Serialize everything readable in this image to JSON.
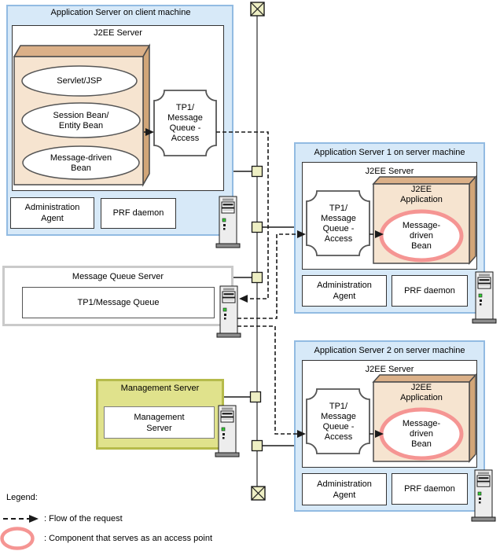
{
  "client_server": {
    "title": "Application Server on client machine",
    "j2ee_server_title": "J2EE Server",
    "servlet_oval": "Servlet/JSP",
    "session_oval": "Session Bean/\nEntity Bean",
    "mdb_oval": "Message-driven\nBean",
    "tp1_access": "TP1/\nMessage\nQueue -\nAccess",
    "admin_agent": "Administration\nAgent",
    "prf_daemon": "PRF daemon"
  },
  "message_queue_server": {
    "title": "Message Queue Server",
    "tp1_label": "TP1/Message Queue"
  },
  "management_server": {
    "title": "Management Server",
    "inner_label": "Management\nServer"
  },
  "app_server1": {
    "title": "Application Server 1 on server machine",
    "j2ee_server_title": "J2EE Server",
    "tp1_access": "TP1/\nMessage\nQueue -\nAccess",
    "j2ee_application": "J2EE\nApplication",
    "mdb": "Message-\ndriven\nBean",
    "admin_agent": "Administration\nAgent",
    "prf_daemon": "PRF daemon"
  },
  "app_server2": {
    "title": "Application Server 2 on server machine",
    "j2ee_server_title": "J2EE Server",
    "tp1_access": "TP1/\nMessage\nQueue -\nAccess",
    "j2ee_application": "J2EE\nApplication",
    "mdb": "Message-\ndriven\nBean",
    "admin_agent": "Administration\nAgent",
    "prf_daemon": "PRF daemon"
  },
  "legend": {
    "title": "Legend:",
    "flow": ": Flow of the request",
    "access_point": ": Component that serves as an access point"
  },
  "colors": {
    "app_box_fill": "#D7E9F8",
    "app_box_border": "#92BBE2",
    "tan_front": "#F6E4D0",
    "tan_side": "#D5A97C",
    "management_fill": "#E0E28C",
    "management_border": "#B6BB4B",
    "highlight_ring": "#F59593",
    "network_node_fill": "#EEEFC4",
    "network_line": "#7F7F7F"
  }
}
